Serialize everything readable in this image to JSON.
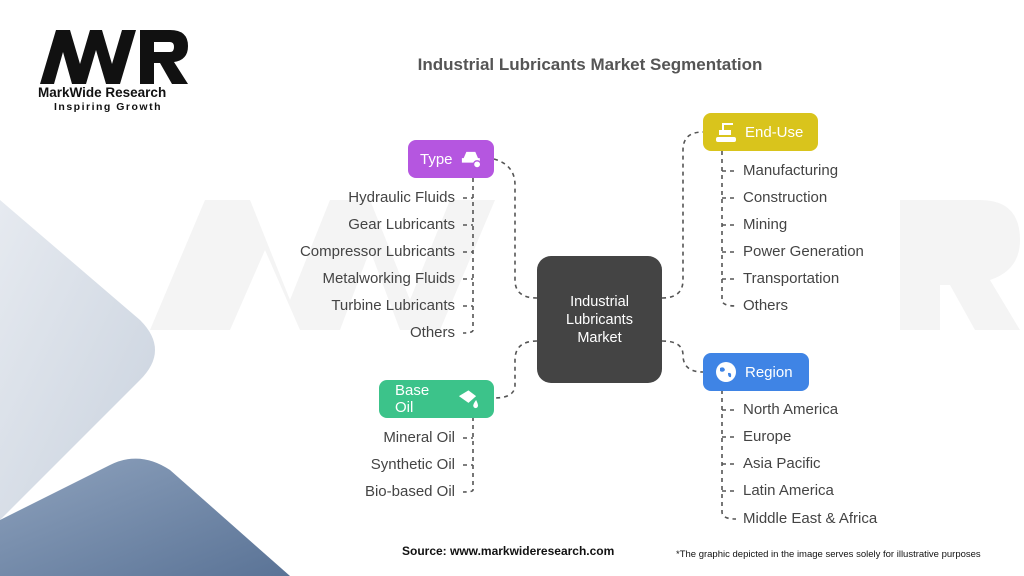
{
  "logo": {
    "brand": "MarkWide Research",
    "tagline": "Inspiring Growth",
    "mark": "MWR"
  },
  "title": "Industrial Lubricants Market Segmentation",
  "center": "Industrial Lubricants Market",
  "colors": {
    "type": "#b556e0",
    "base_oil": "#3cc38a",
    "end_use": "#d9c41c",
    "region": "#3f84e5",
    "center": "#444444"
  },
  "segments": {
    "type": {
      "label": "Type",
      "icon": "car-oil-icon",
      "items": [
        "Hydraulic Fluids",
        "Gear Lubricants",
        "Compressor Lubricants",
        "Metalworking Fluids",
        "Turbine Lubricants",
        "Others"
      ]
    },
    "base_oil": {
      "label": "Base Oil",
      "icon": "oil-can-icon",
      "items": [
        "Mineral Oil",
        "Synthetic Oil",
        "Bio-based Oil"
      ]
    },
    "end_use": {
      "label": "End-Use",
      "icon": "conveyor-robot-icon",
      "items": [
        "Manufacturing",
        "Construction",
        "Mining",
        "Power Generation",
        "Transportation",
        "Others"
      ]
    },
    "region": {
      "label": "Region",
      "icon": "globe-icon",
      "items": [
        "North America",
        "Europe",
        "Asia Pacific",
        "Latin America",
        "Middle East & Africa"
      ]
    }
  },
  "footer": {
    "source": "Source: www.markwideresearch.com",
    "disclaimer": "*The graphic depicted in the image serves solely for illustrative purposes"
  }
}
